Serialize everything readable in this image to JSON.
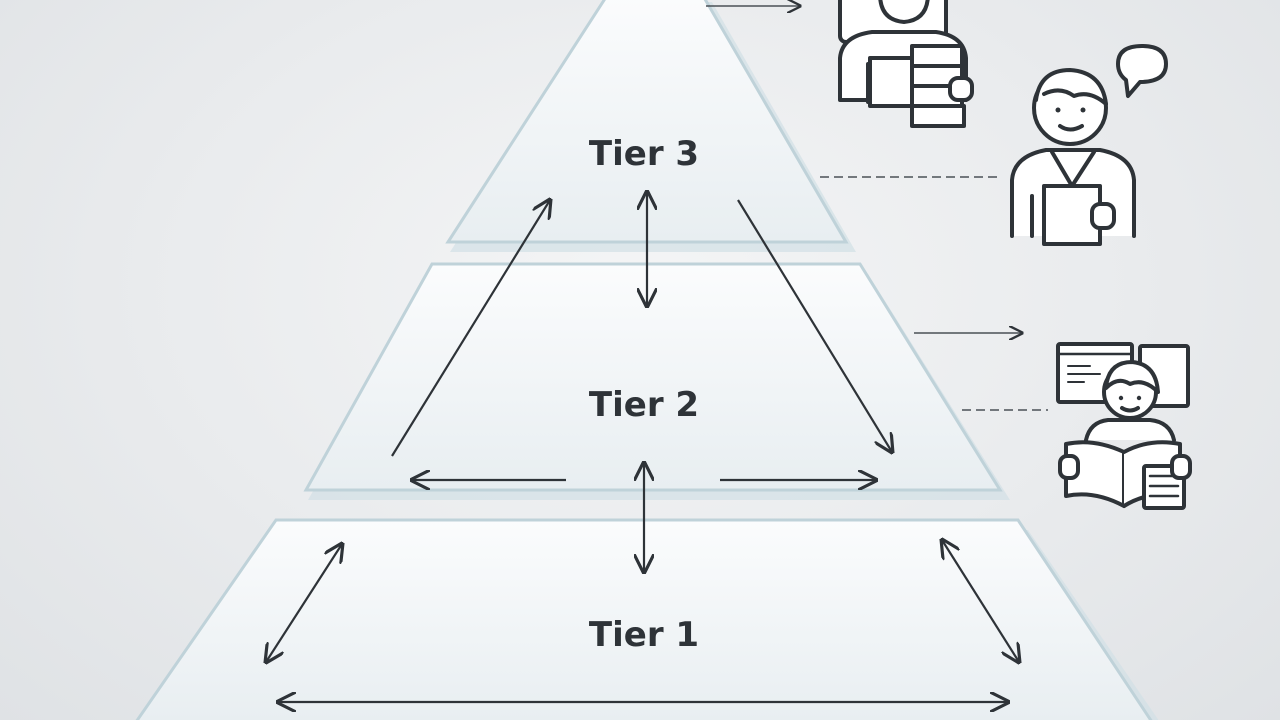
{
  "diagram": {
    "tiers": [
      {
        "id": "tier-3",
        "label": "Tier 3"
      },
      {
        "id": "tier-2",
        "label": "Tier 2"
      },
      {
        "id": "tier-1",
        "label": "Tier 1"
      }
    ],
    "people": [
      {
        "id": "person-with-books",
        "icon": "person-with-books-icon"
      },
      {
        "id": "person-speaking",
        "icon": "person-with-speech-bubble-icon"
      },
      {
        "id": "person-reading",
        "icon": "person-reading-at-computer-icon"
      }
    ],
    "colors": {
      "background": "#e9ebed",
      "tier_fill": "#f3f6f8",
      "tier_edge": "#bfd2d9",
      "ink": "#2e3338"
    }
  }
}
